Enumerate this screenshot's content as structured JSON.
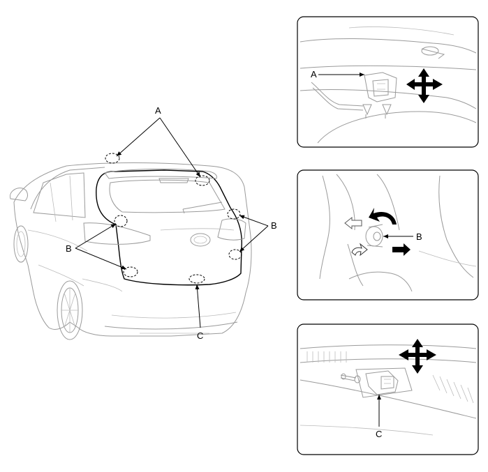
{
  "callouts": {
    "main_a": "A",
    "main_b_right": "B",
    "main_b_left": "B",
    "main_c": "C",
    "panel1_a": "A",
    "panel2_b": "B",
    "panel3_c": "C"
  }
}
